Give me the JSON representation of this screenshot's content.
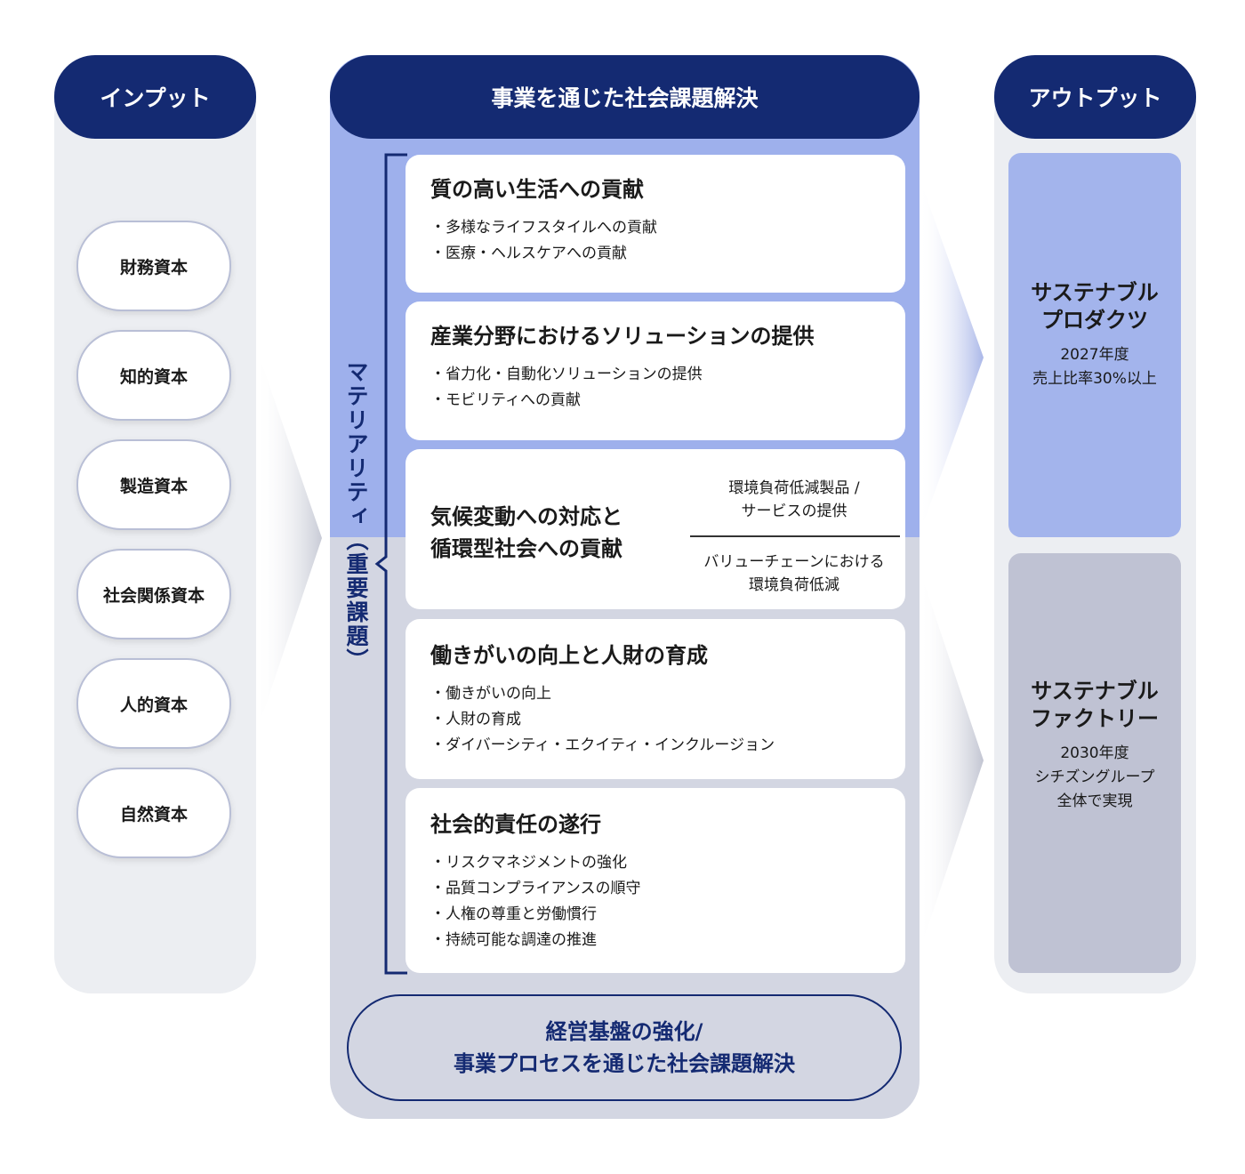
{
  "input": {
    "header": "インプット",
    "capitals": [
      "財務資本",
      "知的資本",
      "製造資本",
      "社会関係資本",
      "人的資本",
      "自然資本"
    ]
  },
  "center": {
    "header": "事業を通じた社会課題解決",
    "materiality_label": "マテリアリティ（重要課題）",
    "cards": [
      {
        "title": "質の高い生活への貢献",
        "items": [
          "・多様なライフスタイルへの貢献",
          "・医療・ヘルスケアへの貢献"
        ]
      },
      {
        "title": "産業分野におけるソリューションの提供",
        "items": [
          "・省力化・自動化ソリューションの提供",
          "・モビリティへの貢献"
        ]
      },
      {
        "title_lines": [
          "気候変動への対応と",
          "循環型社会への貢献"
        ],
        "right_top": [
          "環境負荷低減製品 /",
          "サービスの提供"
        ],
        "right_bottom": [
          "バリューチェーンにおける",
          "環境負荷低減"
        ]
      },
      {
        "title": "働きがいの向上と人財の育成",
        "items": [
          "・働きがいの向上",
          "・人財の育成",
          "・ダイバーシティ・エクイティ・インクルージョン"
        ]
      },
      {
        "title": "社会的責任の遂行",
        "items": [
          "・リスクマネジメントの強化",
          "・品質コンプライアンスの順守",
          "・人権の尊重と労働慣行",
          "・持続可能な調達の推進"
        ]
      }
    ],
    "bottom_lines": [
      "経営基盤の強化/",
      "事業プロセスを通じた社会課題解決"
    ]
  },
  "output": {
    "header": "アウトプット",
    "boxes": [
      {
        "title_lines": [
          "サステナブル",
          "プロダクツ"
        ],
        "sub_lines": [
          "2027年度",
          "売上比率30%以上"
        ]
      },
      {
        "title_lines": [
          "サステナブル",
          "ファクトリー"
        ],
        "sub_lines": [
          "2030年度",
          "シチズングループ",
          "全体で実現"
        ]
      }
    ]
  },
  "colors": {
    "navy": "#142a72",
    "blue_band": "#9eb0ec",
    "grey_band": "#d3d6e2",
    "column_bg": "#eceef2",
    "output_blue": "#a3b4ec",
    "output_grey": "#bfc2d3"
  }
}
